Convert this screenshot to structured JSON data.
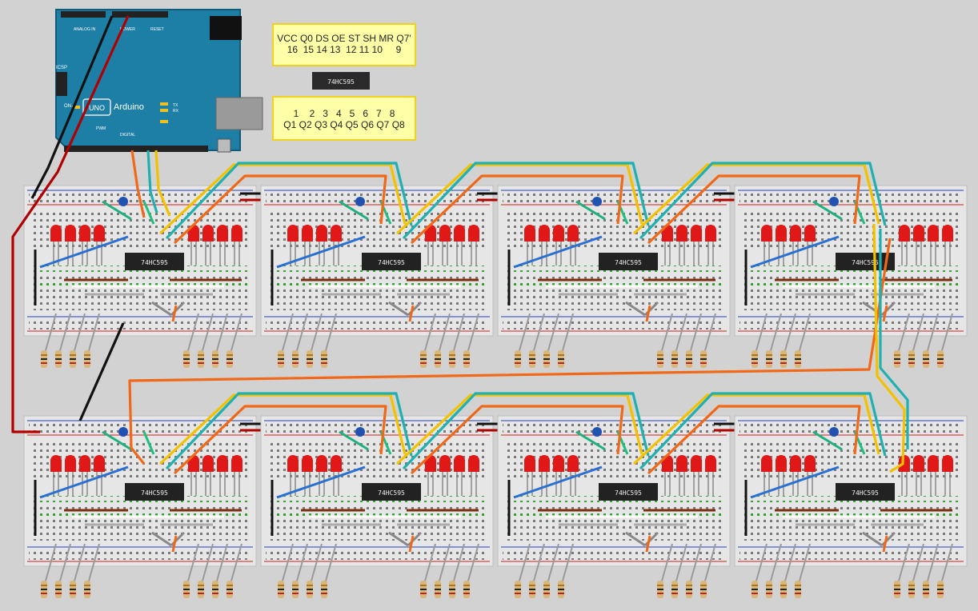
{
  "pinout": {
    "top_names": "VCC Q0 DS OE ST SH MR Q7'",
    "top_numbers": "16  15 14 13  12 11 10     9",
    "bottom_numbers": "1    2   3   4   5   6   7   8",
    "bottom_names": "Q1 Q2 Q3 Q4 Q5 Q6 Q7 Q8",
    "chip_label": "74HC595"
  },
  "arduino": {
    "brand": "Arduino",
    "model": "UNO",
    "header_top_left": "ANALOG IN",
    "header_top_right": "POWER",
    "reset_label": "RESET",
    "icsp_label": "ICSP",
    "tx_label": "TX",
    "rx_label": "RX",
    "on_label": "ON",
    "digital_label": "DIGITAL",
    "pwm_label": "PWM"
  },
  "breadboards": {
    "count": 8,
    "chip_label": "74HC595",
    "leds_per_board": 8,
    "resistors_per_board": 8
  },
  "colors": {
    "background": "#d2d2d2",
    "board": "#e6e6e6",
    "led": "#e01818",
    "chip": "#222222",
    "wire_black": "#111111",
    "wire_red": "#b00000",
    "wire_yellow": "#f2c200",
    "wire_orange": "#f06818",
    "wire_teal": "#20b0b0",
    "wire_green": "#20c080",
    "wire_blue": "#2a70d0",
    "arduino": "#1c7a9e"
  }
}
